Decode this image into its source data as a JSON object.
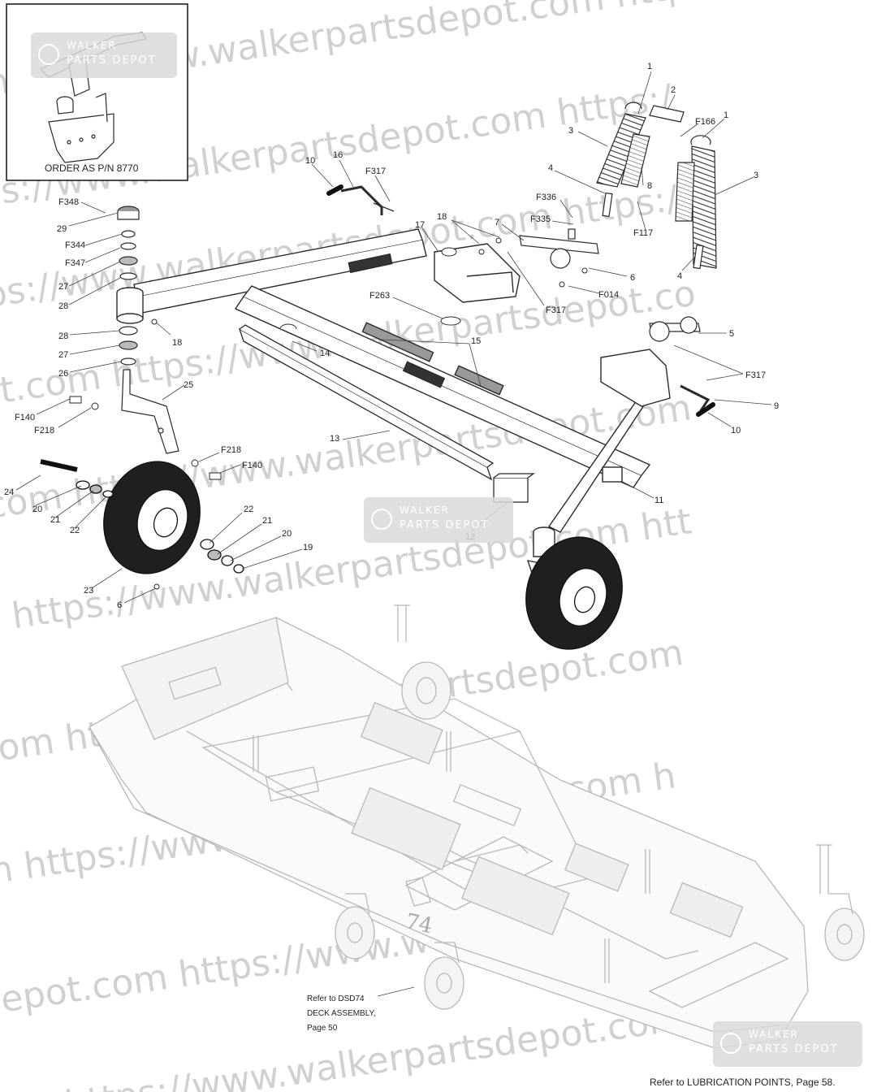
{
  "watermark": {
    "lines": [
      "https://www.walkerpartsdepot.com   https:/",
      "ps://www.walkerpartsdepot.com   https:/",
      "tps://www.walkerpartsdepot.com   https:/",
      "ot.com   https://www.walkerpartsdepot.co",
      "com   https://www.walkerpartsdepot.com",
      "n   https://www.walkerpartsdepot.com   htt",
      "com   https://www.walkerpartsdepot.com",
      "m   https://www.walkerpartsdepot.com   h",
      "depot.com   https://www.walkerpartsdepot.",
      "com   https://www.walkerpartsdepot.com"
    ],
    "badge_title": "WALKER",
    "badge_sub": "PARTS DEPOT"
  },
  "inset": {
    "caption": "ORDER AS P/N 8770"
  },
  "callouts": [
    {
      "id": "c1a",
      "text": "1"
    },
    {
      "id": "c2",
      "text": "2"
    },
    {
      "id": "cF166",
      "text": "F166"
    },
    {
      "id": "c1b",
      "text": "1"
    },
    {
      "id": "c3a",
      "text": "3"
    },
    {
      "id": "c3b",
      "text": "3"
    },
    {
      "id": "c4a",
      "text": "4"
    },
    {
      "id": "c8",
      "text": "8"
    },
    {
      "id": "cF336",
      "text": "F336"
    },
    {
      "id": "cF335",
      "text": "F335"
    },
    {
      "id": "cF117",
      "text": "F117"
    },
    {
      "id": "c4b",
      "text": "4"
    },
    {
      "id": "c10a",
      "text": "10"
    },
    {
      "id": "c16",
      "text": "16"
    },
    {
      "id": "cF317a",
      "text": "F317"
    },
    {
      "id": "cF348",
      "text": "F348"
    },
    {
      "id": "c29",
      "text": "29"
    },
    {
      "id": "cF344",
      "text": "F344"
    },
    {
      "id": "cF347",
      "text": "F347"
    },
    {
      "id": "c27a",
      "text": "27"
    },
    {
      "id": "c28a",
      "text": "28"
    },
    {
      "id": "c17",
      "text": "17"
    },
    {
      "id": "c18a",
      "text": "18"
    },
    {
      "id": "c7",
      "text": "7"
    },
    {
      "id": "c6a",
      "text": "6"
    },
    {
      "id": "cF014",
      "text": "F014"
    },
    {
      "id": "cF317b",
      "text": "F317"
    },
    {
      "id": "cF263",
      "text": "F263"
    },
    {
      "id": "c28b",
      "text": "28"
    },
    {
      "id": "c27b",
      "text": "27"
    },
    {
      "id": "c26",
      "text": "26"
    },
    {
      "id": "c18b",
      "text": "18"
    },
    {
      "id": "c5",
      "text": "5"
    },
    {
      "id": "c14",
      "text": "14"
    },
    {
      "id": "c15",
      "text": "15"
    },
    {
      "id": "cF317c",
      "text": "F317"
    },
    {
      "id": "c9",
      "text": "9"
    },
    {
      "id": "c10b",
      "text": "10"
    },
    {
      "id": "c25",
      "text": "25"
    },
    {
      "id": "cF140a",
      "text": "F140"
    },
    {
      "id": "cF218a",
      "text": "F218"
    },
    {
      "id": "c13",
      "text": "13"
    },
    {
      "id": "cF218b",
      "text": "F218"
    },
    {
      "id": "cF140b",
      "text": "F140"
    },
    {
      "id": "c24",
      "text": "24"
    },
    {
      "id": "c20a",
      "text": "20"
    },
    {
      "id": "c21a",
      "text": "21"
    },
    {
      "id": "c22a",
      "text": "22"
    },
    {
      "id": "c11",
      "text": "11"
    },
    {
      "id": "c12",
      "text": "12"
    },
    {
      "id": "c22b",
      "text": "22"
    },
    {
      "id": "c21b",
      "text": "21"
    },
    {
      "id": "c20b",
      "text": "20"
    },
    {
      "id": "c19",
      "text": "19"
    },
    {
      "id": "c23",
      "text": "23"
    },
    {
      "id": "c6b",
      "text": "6"
    }
  ],
  "deck": {
    "model_number": "74"
  },
  "reference": {
    "line1": "Refer to DSD74",
    "line2": "DECK ASSEMBLY,",
    "line3": "Page 50"
  },
  "footer": {
    "text": "Refer to LUBRICATION POINTS, Page 58."
  }
}
